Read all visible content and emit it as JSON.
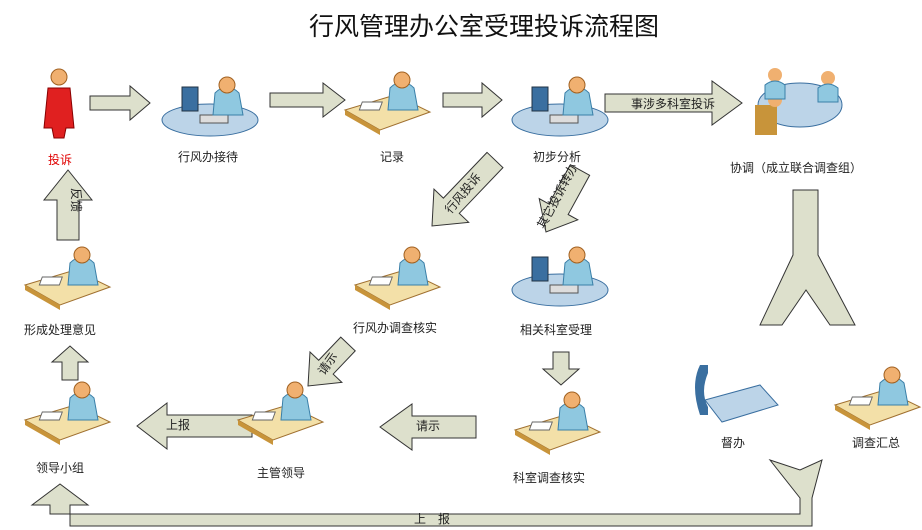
{
  "title": "行风管理办公室受理投诉流程图",
  "nodes": {
    "complaint": "投诉",
    "reception": "行风办接待",
    "record": "记录",
    "analysis": "初步分析",
    "coordination": "协调（成立联合调查组）",
    "office_investigation": "行风办调查核实",
    "dept_acceptance": "相关科室受理",
    "opinion": "形成处理意见",
    "leader_group": "领导小组",
    "supervisor": "主管领导",
    "dept_investigation": "科室调查核实",
    "supervision": "督办",
    "summary": "调查汇总"
  },
  "arrows": {
    "multi_dept": "事涉多科室投诉",
    "office_complaint": "行风投诉",
    "other_transfer": "其它投诉转办",
    "feedback": "反馈",
    "request1": "请示",
    "request2": "请示",
    "report1": "上报",
    "report_bottom": "上　报"
  },
  "colors": {
    "complaint_label": "#e00000",
    "arrow_fill": "#dde0cc",
    "person_body": "#8fc8e0",
    "desk": "#e8c48a"
  }
}
